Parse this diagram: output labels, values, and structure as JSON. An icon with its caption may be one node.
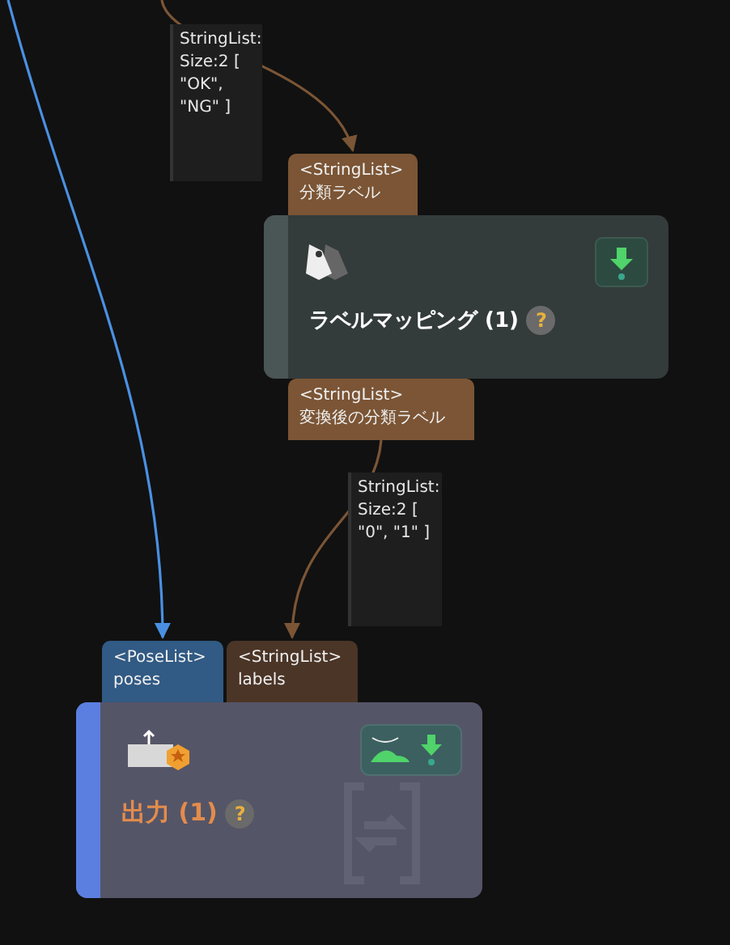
{
  "diagram": {
    "nodes": [
      {
        "text": [
          "<StringList>",
          "分類ラベル"
        ]
      },
      {
        "text": [
          "ラベルマッピング (1)",
          "?"
        ]
      },
      {
        "text": [
          "<StringList>",
          "変換後の分類ラベル"
        ]
      },
      {
        "text": [
          "<PoseList>",
          "poses"
        ]
      },
      {
        "text": [
          "<StringList>",
          "labels"
        ]
      },
      {
        "text": [
          "出力 (1)",
          "?"
        ]
      }
    ],
    "edges": [
      {
        "from": null,
        "to": 0,
        "arrow": "to",
        "label": "StringList: Size:2 [ \"OK\", \"NG\" ]"
      },
      {
        "from": 2,
        "to": 4,
        "arrow": "to",
        "label": "StringList: Size:2 [ \"0\", \"1\" ]"
      },
      {
        "from": null,
        "to": 3,
        "arrow": "to",
        "color": "#4a90e2"
      }
    ]
  }
}
